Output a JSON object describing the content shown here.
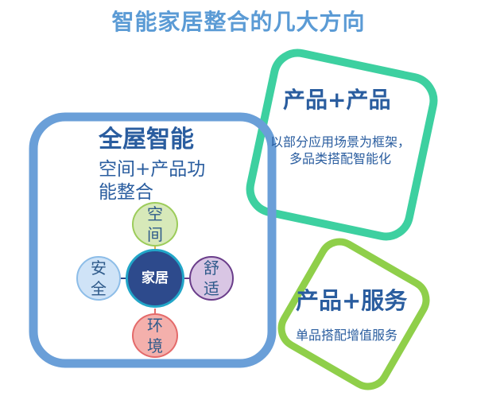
{
  "title": "智能家居整合的几大方向",
  "colors": {
    "title": "#5b9bd5",
    "heading": "#2a5d9f",
    "blue_box": "#6a9fd8",
    "teal_box": "#3dd0a0",
    "green_box": "#8fcf4a",
    "center_node": "#2d4a8c",
    "center_ring": "#22a6c8"
  },
  "boxes": {
    "whole_house": {
      "title": "全屋智能",
      "desc_line1": "空间+产品功",
      "desc_line2": "能整合"
    },
    "product_product": {
      "title": "产品+产品",
      "desc_line1": "以部分应用场景为框架，",
      "desc_line2": "多品类搭配智能化"
    },
    "product_service": {
      "title": "产品+服务",
      "desc_line1": "单品搭配增值服务"
    }
  },
  "hub": {
    "center": "家居",
    "nodes": [
      {
        "id": "space",
        "line1": "空",
        "line2": "间",
        "fill": "#d7e9b9",
        "stroke": "#9ccc5a"
      },
      {
        "id": "comfort",
        "line1": "舒",
        "line2": "适",
        "fill": "#d9c6e4",
        "stroke": "#6a3d8a"
      },
      {
        "id": "environment",
        "line1": "环",
        "line2": "境",
        "fill": "#f4b0ac",
        "stroke": "#e46a6a"
      },
      {
        "id": "safety",
        "line1": "安",
        "line2": "全",
        "fill": "#cfe3f7",
        "stroke": "#8dbde8"
      }
    ]
  }
}
